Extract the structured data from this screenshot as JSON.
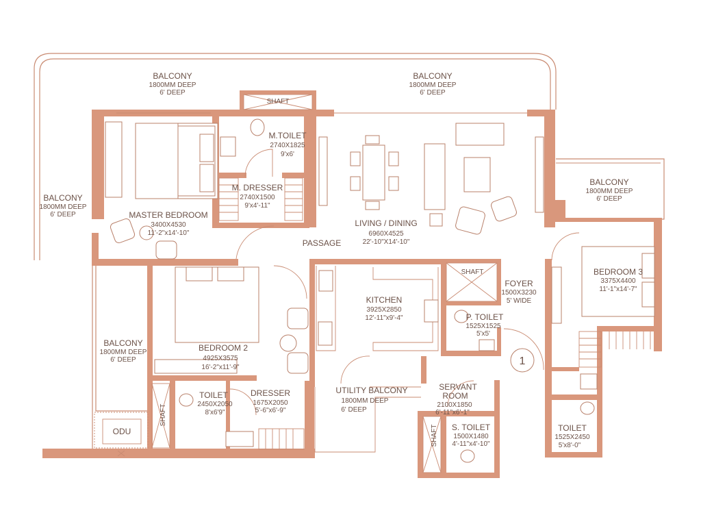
{
  "colors": {
    "wall": "#d9977c",
    "line": "#c98b72",
    "text": "#6b5147",
    "background": "#ffffff"
  },
  "rooms": {
    "balcony_top_left": {
      "name": "BALCONY",
      "l1": "1800MM DEEP",
      "l2": "6' DEEP"
    },
    "balcony_top_right": {
      "name": "BALCONY",
      "l1": "1800MM DEEP",
      "l2": "6' DEEP"
    },
    "balcony_left": {
      "name": "BALCONY",
      "l1": "1800MM DEEP",
      "l2": "6' DEEP"
    },
    "balcony_right": {
      "name": "BALCONY",
      "l1": "1800MM DEEP",
      "l2": "6' DEEP"
    },
    "balcony_lower_left": {
      "name": "BALCONY",
      "l1": "1800MM DEEP",
      "l2": "6' DEEP"
    },
    "master_bedroom": {
      "name": "MASTER BEDROOM",
      "l1": "3400X4530",
      "l2": "11'-2\"x14'-10\""
    },
    "m_toilet": {
      "name": "M.TOILET",
      "l1": "2740X1825",
      "l2": "9'x6'"
    },
    "m_dresser": {
      "name": "M. DRESSER",
      "l1": "2740X1500",
      "l2": "9'x4'-11\""
    },
    "living_dining": {
      "name": "LIVING / DINING",
      "l1": "6960X4525",
      "l2": "22'-10\"X14'-10\""
    },
    "passage": {
      "name": "PASSAGE"
    },
    "shaft_top": {
      "name": "SHAFT"
    },
    "shaft_mid": {
      "name": "SHAFT"
    },
    "shaft_lower_left": {
      "name": "SHAFT"
    },
    "shaft_lower_mid": {
      "name": "SHAFT"
    },
    "kitchen": {
      "name": "KITCHEN",
      "l1": "3925X2850",
      "l2": "12'-11\"x9'-4\""
    },
    "p_toilet": {
      "name": "P. TOILET",
      "l1": "1525X1525",
      "l2": "5'x5'"
    },
    "foyer": {
      "name": "FOYER",
      "l1": "1500X3230",
      "l2": "5' WIDE"
    },
    "bedroom_3": {
      "name": "BEDROOM 3",
      "l1": "3375X4400",
      "l2": "11'-1\"x14'-7\""
    },
    "bedroom_2": {
      "name": "BEDROOM 2",
      "l1": "4925X3575",
      "l2": "16'-2\"x11'-9\""
    },
    "toilet_b2": {
      "name": "TOILET",
      "l1": "2450X2050",
      "l2": "8'x6'9\""
    },
    "dresser": {
      "name": "DRESSER",
      "l1": "1675X2050",
      "l2": "5'-6\"x6'-9\""
    },
    "utility_balcony": {
      "name": "UTILITY BALCONY",
      "l1": "1800MM DEEP",
      "l2": "6' DEEP"
    },
    "servant_room": {
      "name": "SERVANT",
      "name2": "ROOM",
      "l1": "2100X1850",
      "l2": "6'-11\"x6'-1\""
    },
    "s_toilet": {
      "name": "S. TOILET",
      "l1": "1500X1480",
      "l2": "4'-11\"x4'-10\""
    },
    "toilet_b3": {
      "name": "TOILET",
      "l1": "1525X2450",
      "l2": "5'x8'-0\""
    },
    "odu": {
      "name": "ODU"
    }
  },
  "entry_marker": "1"
}
